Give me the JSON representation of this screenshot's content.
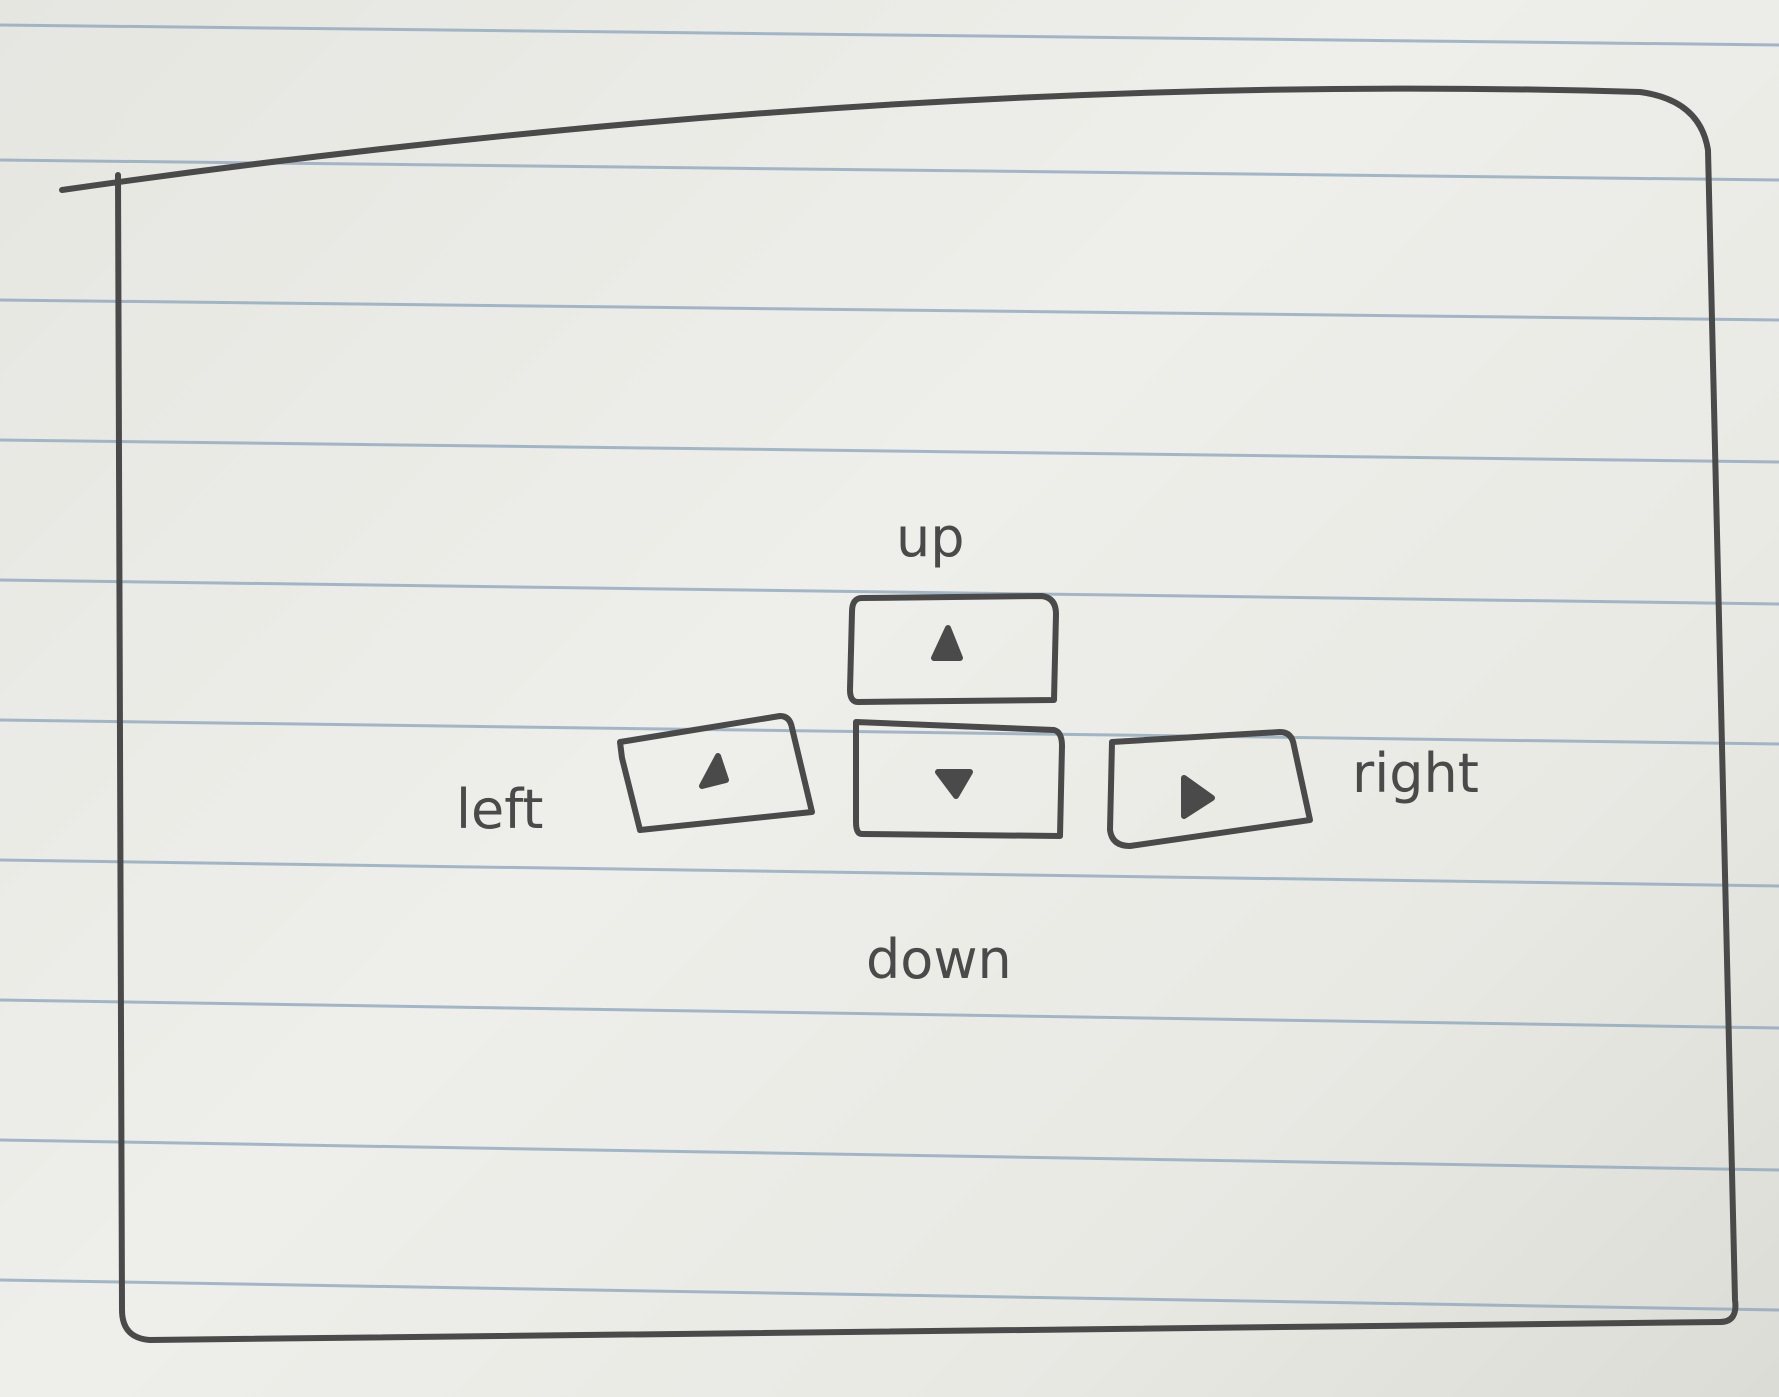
{
  "controls": {
    "up": {
      "label": "up",
      "icon": "triangle-up-icon"
    },
    "left": {
      "label": "left",
      "icon": "triangle-left-icon"
    },
    "down": {
      "label": "down",
      "icon": "triangle-down-icon"
    },
    "right": {
      "label": "right",
      "icon": "triangle-right-icon"
    }
  },
  "colors": {
    "paper": "#ebebe6",
    "rule_line": "#7f9ab4",
    "pencil": "#4a4a4a"
  }
}
